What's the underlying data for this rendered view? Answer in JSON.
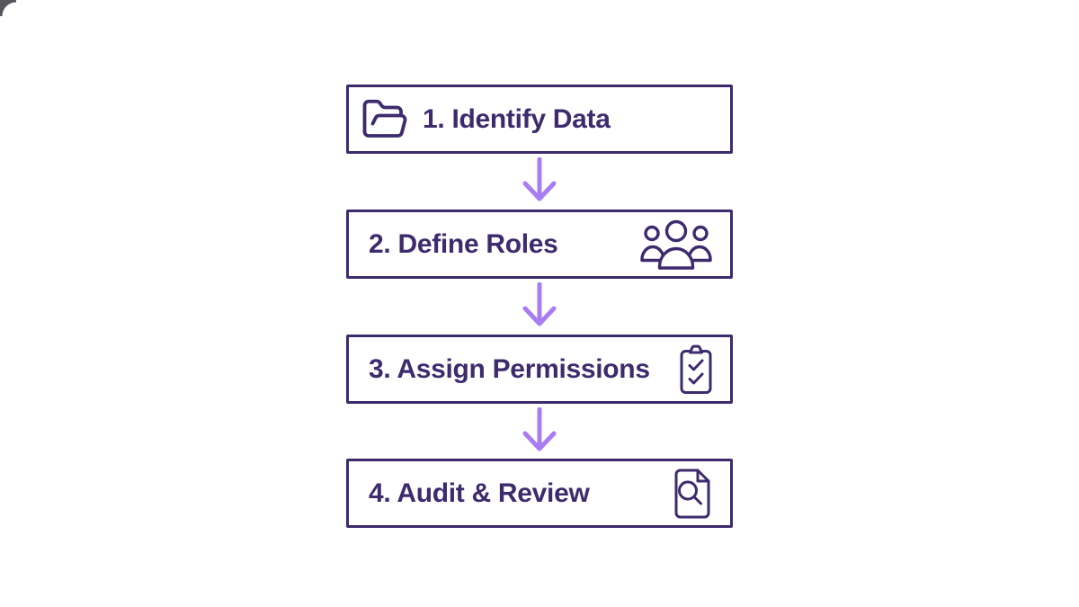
{
  "colors": {
    "primary": "#3d2b6e",
    "arrow": "#a87df2",
    "background": "#ffffff"
  },
  "flow": {
    "connector": "arrow-down",
    "steps": [
      {
        "label": "1. Identify Data",
        "icon": "folder-open-icon",
        "icon_position": "left"
      },
      {
        "label": "2. Define Roles",
        "icon": "people-group-icon",
        "icon_position": "right"
      },
      {
        "label": "3. Assign Permissions",
        "icon": "clipboard-check-icon",
        "icon_position": "right"
      },
      {
        "label": "4. Audit & Review",
        "icon": "document-search-icon",
        "icon_position": "right"
      }
    ]
  }
}
